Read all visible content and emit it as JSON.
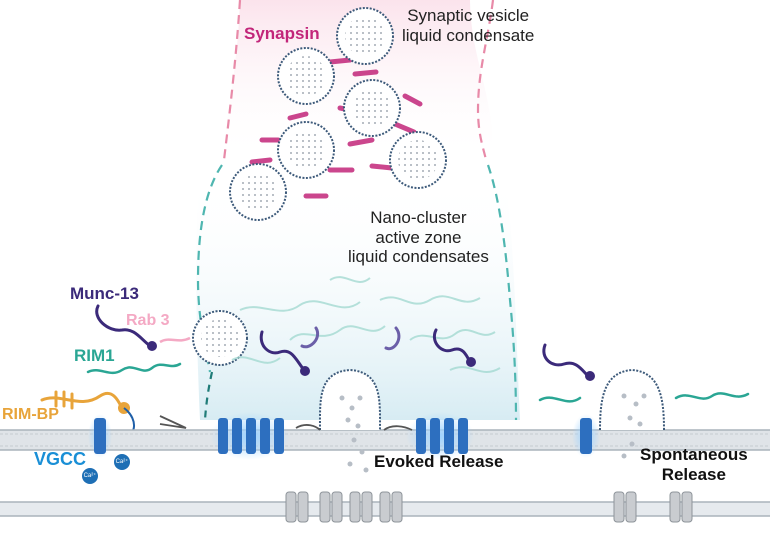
{
  "labels": {
    "synapsin": "Synapsin",
    "sv_condensate_l1": "Synaptic vesicle",
    "sv_condensate_l2": "liquid condensate",
    "nano_l1": "Nano-cluster",
    "nano_l2": "active zone",
    "nano_l3": "liquid condensates",
    "munc13": "Munc-13",
    "rab3": "Rab 3",
    "rim1": "RIM1",
    "rimbp": "RIM-BP",
    "vgcc": "VGCC",
    "ca1": "Ca²⁺",
    "ca2": "Ca²⁺",
    "evoked": "Evoked Release",
    "spontaneous_l1": "Spontaneous",
    "spontaneous_l2": "Release"
  },
  "colors": {
    "synapsin": "#c2267a",
    "munc13": "#3b2a7a",
    "rab3": "#f4a9c4",
    "rim1": "#2aa694",
    "rimbp": "#e8a43a",
    "vgcc": "#1a8fd6",
    "channel": "#2d6fbf",
    "membrane": "#b9c0c7",
    "condensate_pink": "#f2b8cc",
    "condensate_teal": "#4fb6b0"
  }
}
